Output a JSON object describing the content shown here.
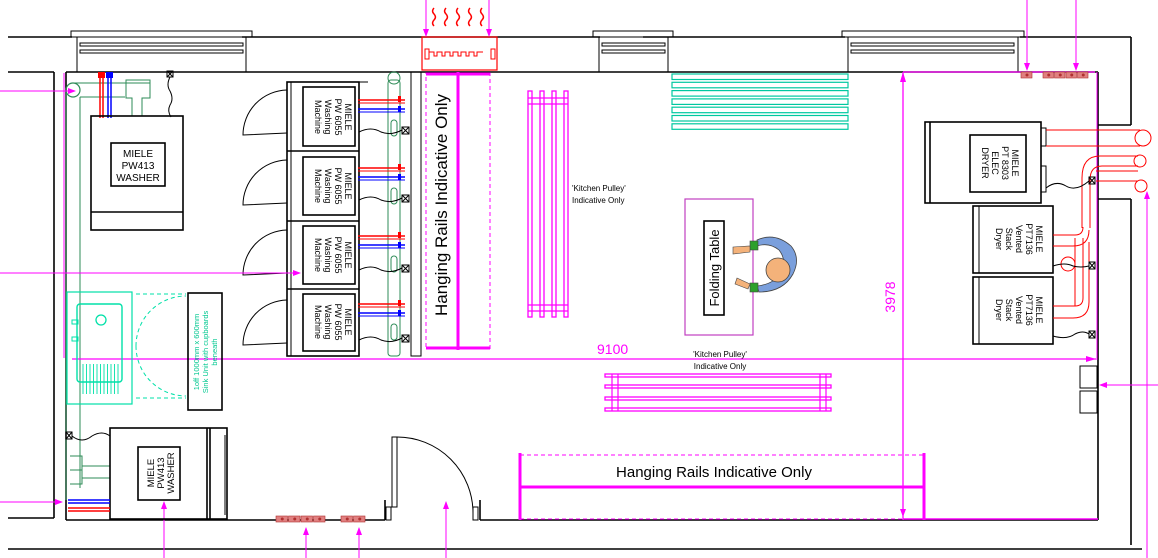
{
  "plan": {
    "appliances": {
      "washer_top": [
        "MIELE",
        "PW413",
        "WASHER"
      ],
      "washer_bottom": [
        "MIELE",
        "PW413",
        "WASHER"
      ],
      "washing_machines": [
        [
          "MIELE",
          "PW  6055",
          "Washing",
          "Machine"
        ],
        [
          "MIELE",
          "PW  6055",
          "Washing",
          "Machine"
        ],
        [
          "MIELE",
          "PW  6055",
          "Washing",
          "Machine"
        ],
        [
          "MIELE",
          "PW  6055",
          "Washing",
          "Machine"
        ]
      ],
      "dryer_elec": [
        "MIELE",
        "PT  8303",
        "ELEC",
        "DRYER"
      ],
      "stack_dryers": [
        [
          "MIELE",
          "PT7136",
          "Vented",
          "Stack",
          "Dryer"
        ],
        [
          "MIELE",
          "PT7136",
          "Vented",
          "Stack",
          "Dryer"
        ]
      ]
    },
    "sink_note": [
      "1off 1000mm x 600mm",
      "Sink Unit with cupboards",
      "beneath"
    ],
    "hanging_rails_vertical": "Hanging Rails Indicative Only",
    "hanging_rails_horizontal": "Hanging Rails Indicative Only",
    "pulley_top": [
      "'Kitchen Pulley'",
      "Indicative Only"
    ],
    "pulley_bottom": [
      "'Kitchen Pulley'",
      "Indicative Only"
    ],
    "folding_table": "Folding Table",
    "dimensions": {
      "width": "9100",
      "depth": "3978"
    },
    "colors": {
      "dimension": "#ff00ff",
      "hot_water": "#ff0000",
      "cold_water": "#0000ff",
      "drain": "#2e8b57",
      "sink": "#00e0a8",
      "walls": "#000000"
    }
  }
}
